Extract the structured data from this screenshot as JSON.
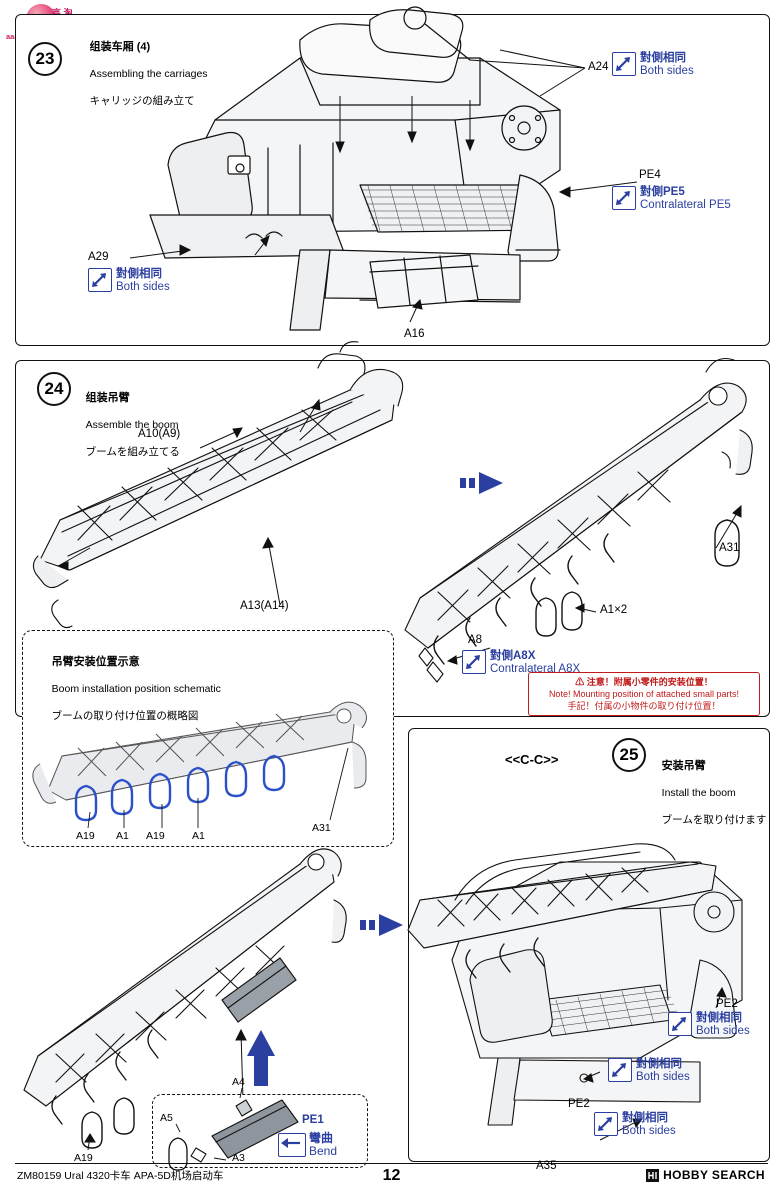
{
  "document": {
    "watermark": {
      "site": "aaa-shon.com",
      "cn": "高 淘网"
    },
    "footer": {
      "left": "ZM80159  Ural 4320卡车 APA-5D机场启动车",
      "page": "12",
      "brand": "HOBBY SEARCH"
    }
  },
  "steps": [
    {
      "number": "23",
      "title_cn": "组装车厢 (4)",
      "title_en": "Assembling the carriages",
      "title_jp": "キャリッジの組み立て",
      "labels": [
        {
          "text": "A24"
        },
        {
          "text": "PE4"
        },
        {
          "text": "A29"
        },
        {
          "text": "A16"
        }
      ],
      "callouts": [
        {
          "cn": "對側相同",
          "en": "Both sides"
        },
        {
          "cn": "對側PE5",
          "en": "Contralateral PE5"
        },
        {
          "cn": "對側相同",
          "en": "Both sides"
        }
      ]
    },
    {
      "number": "24",
      "title_cn": "组装吊臂",
      "title_en": "Assemble the boom",
      "title_jp": "ブームを組み立てる",
      "labels": [
        {
          "text": "A10(A9)"
        },
        {
          "text": "A13(A14)"
        },
        {
          "text": "A31"
        },
        {
          "text": "A1×2"
        },
        {
          "text": "A8"
        }
      ],
      "callouts": [
        {
          "cn": "對側A8X",
          "en": "Contralateral A8X"
        }
      ],
      "note": {
        "line1": "⚠ 注意！附属小零件的安装位置！",
        "line2": "Note! Mounting position of attached small parts!",
        "line3": "手記！付属の小物件の取り付け位置！"
      }
    },
    {
      "number": "25",
      "title_cn": "安装吊臂",
      "title_en": "Install the boom",
      "title_jp": "ブームを取り付けます",
      "section_mark": "<<C-C>>",
      "labels": [
        {
          "text": "PE2"
        },
        {
          "text": "PE2"
        },
        {
          "text": "A35"
        }
      ],
      "callouts": [
        {
          "cn": "對側相同",
          "en": "Both sides"
        },
        {
          "cn": "對側相同",
          "en": "Both sides"
        },
        {
          "cn": "對側相同",
          "en": "Both sides"
        }
      ]
    }
  ],
  "schematic": {
    "title_cn": "吊臂安装位置示意",
    "title_en": "Boom installation position schematic",
    "title_jp": "ブームの取り付け位置の概略図",
    "labels": [
      "A19",
      "A1",
      "A19",
      "A1",
      "A31"
    ]
  },
  "detail_bottom": {
    "labels": [
      "A19",
      "A5",
      "A4",
      "A3"
    ],
    "bend": {
      "code": "PE1",
      "cn": "彎曲",
      "en": "Bend"
    }
  },
  "colors": {
    "blue": "#2b3fa0",
    "red": "#c01a1a",
    "ink": "#111111",
    "part_fill": "#e8eaee",
    "highlight_blue": "#2b50c8"
  }
}
